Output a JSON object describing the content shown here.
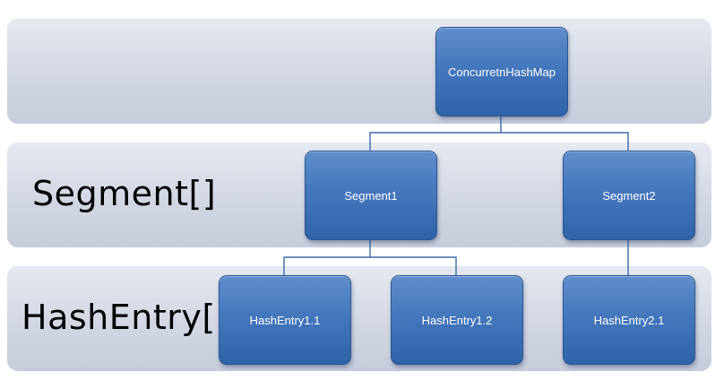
{
  "rows": {
    "segment_label": "Segment[]",
    "hashentry_label": "HashEntry[]"
  },
  "nodes": {
    "root": "ConcurretnHashMap",
    "segment1": "Segment1",
    "segment2": "Segment2",
    "hashentry_1_1": "HashEntry1.1",
    "hashentry_1_2": "HashEntry1.2",
    "hashentry_2_1": "HashEntry2.1"
  },
  "edges": [
    [
      "root",
      "segment1"
    ],
    [
      "root",
      "segment2"
    ],
    [
      "segment1",
      "hashentry_1_1"
    ],
    [
      "segment1",
      "hashentry_1_2"
    ],
    [
      "segment2",
      "hashentry_2_1"
    ]
  ],
  "colors": {
    "node_fill": "#4577bd",
    "node_border": "#27558f",
    "band_fill": "#d2d7e3",
    "connector": "#3b6aa8"
  }
}
